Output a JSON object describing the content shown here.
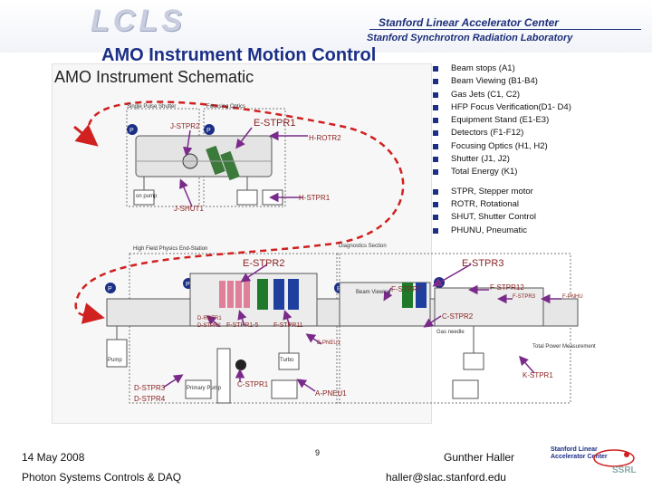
{
  "header": {
    "logo": "LCLS",
    "org_line1": "Stanford Linear Accelerator Center",
    "org_line2": "Stanford Synchrotron Radiation Laboratory"
  },
  "slide_title": "AMO Instrument Motion Control",
  "schematic": {
    "title": "AMO Instrument Schematic",
    "sections": {
      "single_pulse_shutter": "Single Pulse Shutter",
      "focusing_optics": "Focusing Optics",
      "hfp_end_station": "High Field Physics End-Station",
      "diagnostics": "Diagnostics Section"
    },
    "labels": {
      "j_stpr2": "J-STPR2",
      "e_stpr1": "E-STPR1",
      "h_rotr2": "H-ROTR2",
      "h_stpr1": "H-STPR1",
      "j_shut1": "J-SHUT1",
      "e_stpr2": "E-STPR2",
      "e_stpr3": "E-STPR3",
      "f_stpr7": "F-STPR7",
      "f_stpr12": "F-STPR12",
      "f_stpr3": "F-STPR3",
      "f_pnhu": "F-PNHU",
      "c_stpr2": "C-STPR2",
      "d_rotr1": "D-ROTR1",
      "d_stpr2": "D-STPR2",
      "f_stpr15": "F-STPR1-5",
      "f_stpr11": "F-STPR11",
      "b_pneu1": "B-PNEU1",
      "c_stpr1": "C-STPR1",
      "a_pneu1": "A-PNEU1",
      "k_stpr1": "K-STPR1",
      "d_stpr3": "D-STPR3",
      "d_stpr4": "D-STPR4"
    },
    "small_text": {
      "on_pump": "on pump",
      "turbo": "Turbo",
      "primary_pump": "Primary Pump",
      "beam_viewing": "Beam Viewing",
      "gas_needle": "Gas needle",
      "total_power": "Total Power Measurement",
      "pump": "Pump"
    }
  },
  "legend": {
    "group1": [
      "Beam stops (A1)",
      "Beam Viewing (B1-B4)",
      "Gas Jets (C1, C2)",
      "HFP Focus Verification(D1- D4)",
      "Equipment Stand (E1-E3)",
      "Detectors (F1-F12)",
      "Focusing Optics (H1, H2)",
      "Shutter (J1, J2)",
      "Total Energy (K1)"
    ],
    "group2": [
      "STPR, Stepper motor",
      "ROTR, Rotational",
      "SHUT, Shutter Control",
      "PHUNU, Pneumatic"
    ]
  },
  "footer": {
    "date": "14 May 2008",
    "department": "Photon Systems Controls & DAQ",
    "page": "9",
    "author": "Gunther Haller",
    "email": "haller@slac.stanford.edu",
    "logo_text": "Stanford Linear Accelerator Center",
    "ssrl": "SSRL"
  },
  "colors": {
    "title_blue": "#1b2f86",
    "label_red": "#8a1f1f",
    "arrow_red": "#d0201f",
    "pointer_purple": "#7a2a8a",
    "equip_blue": "#1f3f9f",
    "equip_green": "#1e7a2a",
    "equip_pink": "#e07f9a"
  }
}
